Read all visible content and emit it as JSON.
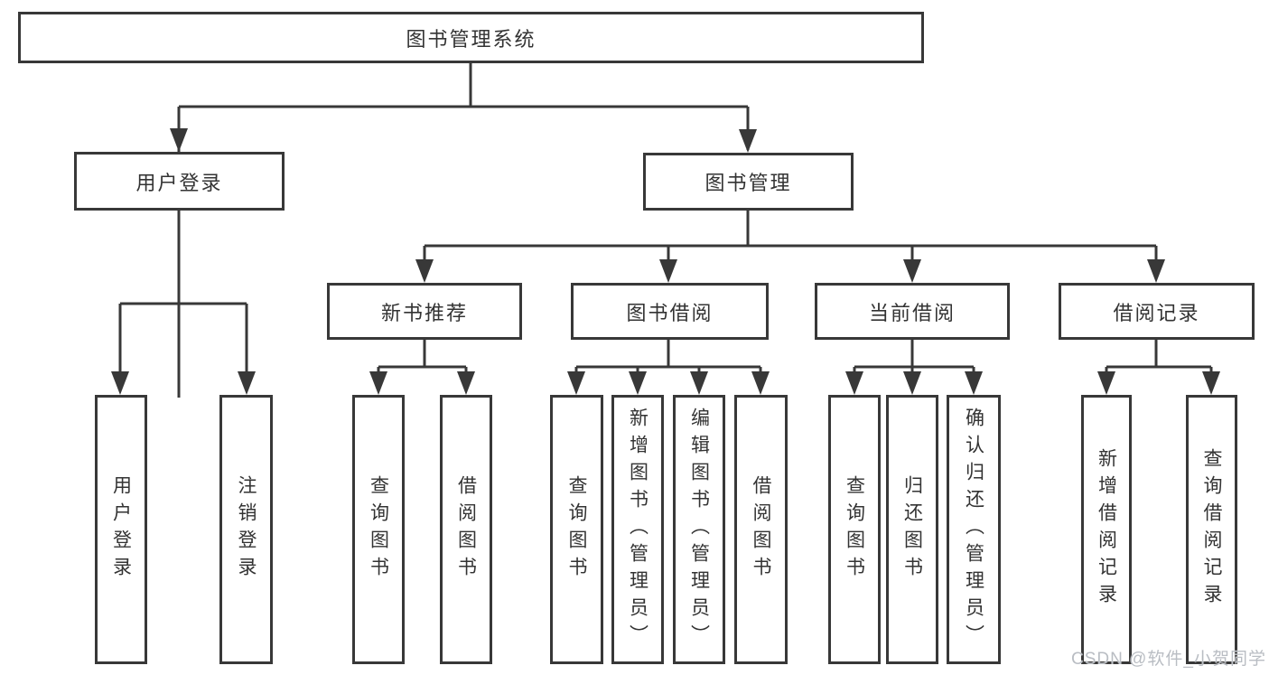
{
  "tree": {
    "root": {
      "label": "图书管理系统"
    },
    "branches": [
      {
        "label": "用户登录",
        "children": [
          {
            "label": "用户登录"
          },
          {
            "label": "注销登录"
          }
        ]
      },
      {
        "label": "图书管理",
        "children": [
          {
            "label": "新书推荐",
            "children": [
              {
                "label": "查询图书"
              },
              {
                "label": "借阅图书"
              }
            ]
          },
          {
            "label": "图书借阅",
            "children": [
              {
                "label": "查询图书"
              },
              {
                "label": "新增图书（管理员）"
              },
              {
                "label": "编辑图书（管理员）"
              },
              {
                "label": "借阅图书"
              }
            ]
          },
          {
            "label": "当前借阅",
            "children": [
              {
                "label": "查询图书"
              },
              {
                "label": "归还图书"
              },
              {
                "label": "确认归还（管理员）"
              }
            ]
          },
          {
            "label": "借阅记录",
            "children": [
              {
                "label": "新增借阅记录"
              },
              {
                "label": "查询借阅记录"
              }
            ]
          }
        ]
      }
    ]
  },
  "watermark": "CSDN @软件_小贺同学",
  "colors": {
    "line": "#383838",
    "text": "#333333",
    "background": "#ffffff",
    "watermark": "#b9bdc3"
  }
}
